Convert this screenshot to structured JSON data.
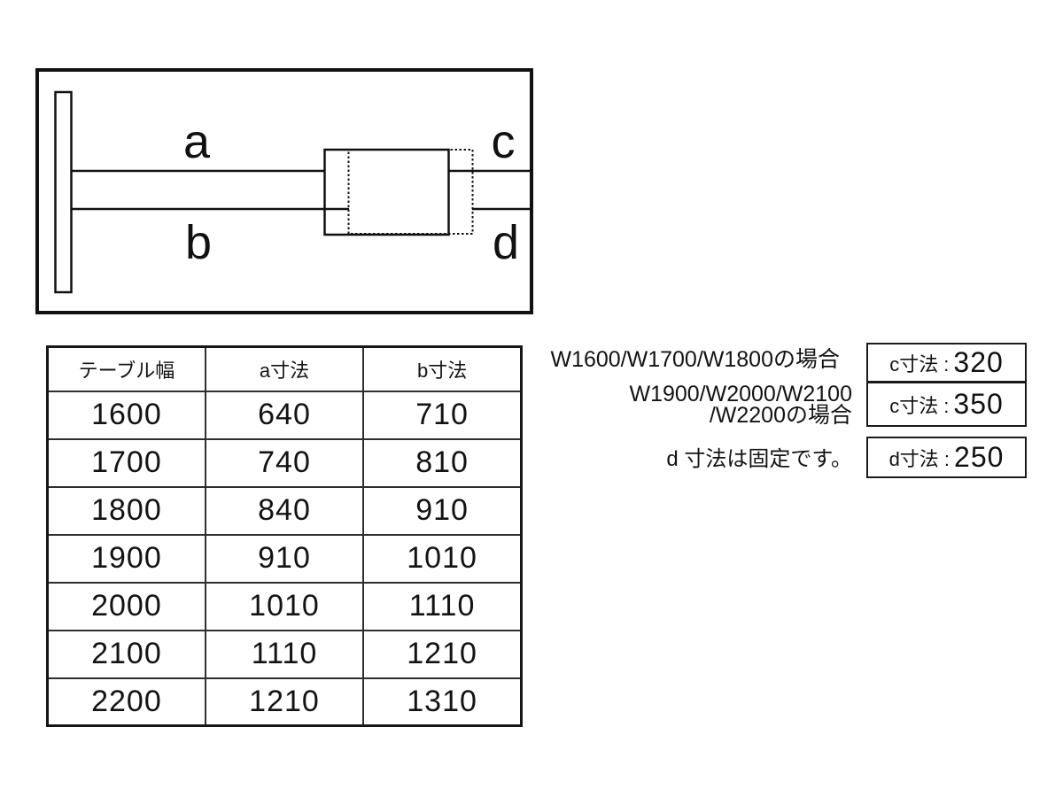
{
  "diagram": {
    "labels": {
      "a": "a",
      "b": "b",
      "c": "c",
      "d": "d"
    }
  },
  "table": {
    "headers": [
      "テーブル幅",
      "a寸法",
      "b寸法"
    ],
    "rows": [
      [
        "1600",
        "640",
        "710"
      ],
      [
        "1700",
        "740",
        "810"
      ],
      [
        "1800",
        "840",
        "910"
      ],
      [
        "1900",
        "910",
        "1010"
      ],
      [
        "2000",
        "1010",
        "1110"
      ],
      [
        "2100",
        "1110",
        "1210"
      ],
      [
        "2200",
        "1210",
        "1310"
      ]
    ]
  },
  "annotations": {
    "case_small": "W1600/W1700/W1800の場合",
    "case_large_line1": "W1900/W2000/W2100",
    "case_large_line2": "/W2200の場合",
    "d_fixed": "d 寸法は固定です。"
  },
  "dimension_boxes": [
    {
      "label": "c寸法 :",
      "value": "320"
    },
    {
      "label": "c寸法 :",
      "value": "350"
    },
    {
      "label": "d寸法 :",
      "value": "250"
    }
  ],
  "colors": {
    "ink": "#111111",
    "background": "#ffffff"
  }
}
